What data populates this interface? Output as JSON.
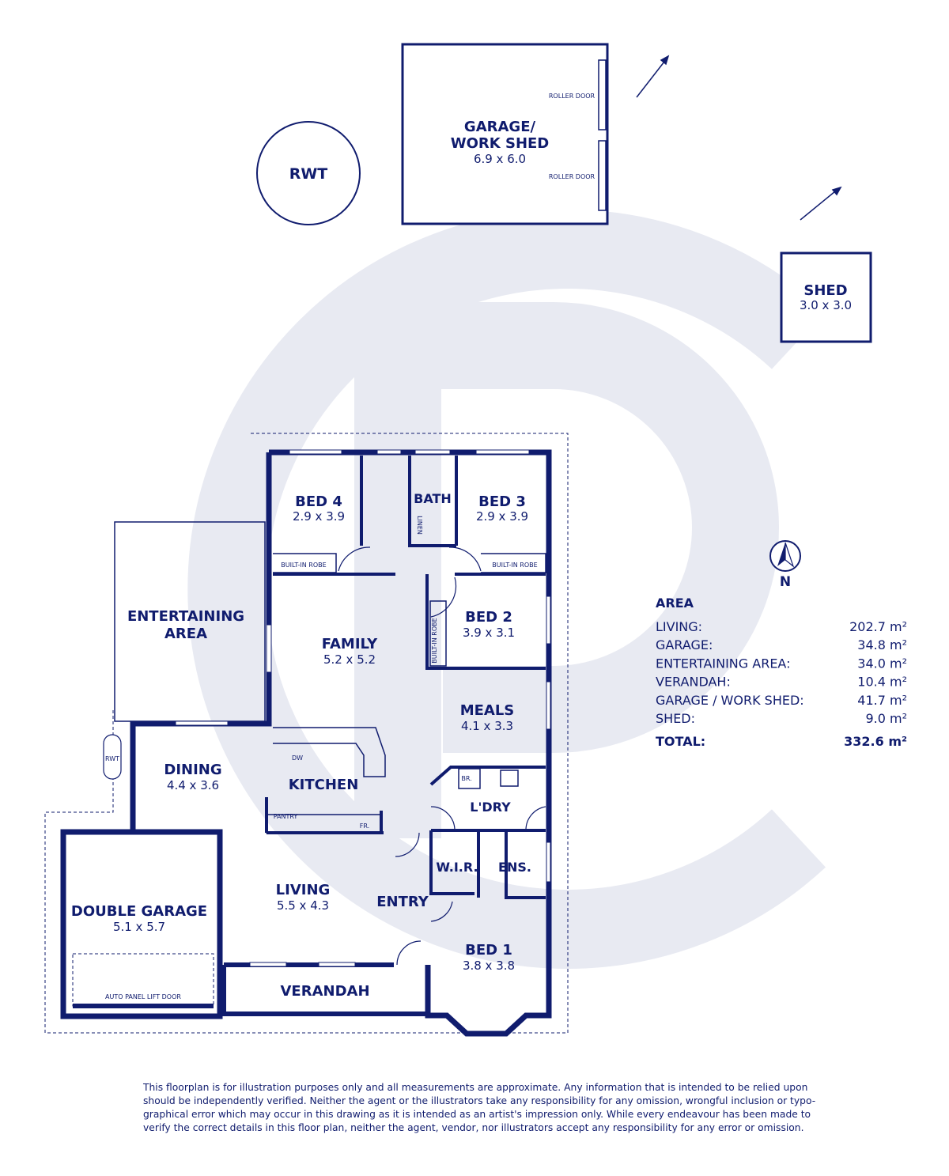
{
  "colors": {
    "ink": "#101c6e",
    "watermark": "#e8eaf2"
  },
  "outbuildings": {
    "rwt": "RWT",
    "garage_shed": {
      "name_1": "GARAGE/",
      "name_2": "WORK SHED",
      "dims": "6.9 x 6.0",
      "door_1": "ROLLER DOOR",
      "door_2": "ROLLER DOOR"
    },
    "shed": {
      "name": "SHED",
      "dims": "3.0 x 3.0"
    }
  },
  "rooms": {
    "bed4": {
      "name": "BED 4",
      "dims": "2.9 x 3.9"
    },
    "bath": {
      "name": "BATH"
    },
    "linen": "LINEN",
    "bed3": {
      "name": "BED 3",
      "dims": "2.9 x 3.9"
    },
    "robe_bed4": "BUILT-IN ROBE",
    "robe_bed3": "BUILT-IN ROBE",
    "robe_bed2": "BUILT-IN ROBE",
    "bed2": {
      "name": "BED 2",
      "dims": "3.9 x 3.1"
    },
    "family": {
      "name": "FAMILY",
      "dims": "5.2 x 5.2"
    },
    "entertaining": {
      "name_1": "ENTERTAINING",
      "name_2": "AREA"
    },
    "meals": {
      "name": "MEALS",
      "dims": "4.1 x 3.3"
    },
    "dining": {
      "name": "DINING",
      "dims": "4.4 x 3.6"
    },
    "kitchen": {
      "name": "KITCHEN",
      "dw": "DW",
      "pantry": "PANTRY",
      "fr": "FR."
    },
    "rwt_small": "RWT",
    "laundry": {
      "name": "L'DRY",
      "br": "BR."
    },
    "wir": {
      "name": "W.I.R."
    },
    "ens": {
      "name": "ENS."
    },
    "entry": {
      "name": "ENTRY"
    },
    "living": {
      "name": "LIVING",
      "dims": "5.5 x 4.3"
    },
    "bed1": {
      "name": "BED 1",
      "dims": "3.8 x 3.8"
    },
    "double_garage": {
      "name": "DOUBLE GARAGE",
      "dims": "5.1 x 5.7",
      "door": "AUTO PANEL LIFT DOOR"
    },
    "verandah": {
      "name": "VERANDAH"
    }
  },
  "compass": {
    "label": "N"
  },
  "area": {
    "title": "AREA",
    "rows": [
      {
        "label": "LIVING:",
        "value": "202.7 m²"
      },
      {
        "label": "GARAGE:",
        "value": "34.8 m²"
      },
      {
        "label": "ENTERTAINING AREA:",
        "value": "34.0 m²"
      },
      {
        "label": "VERANDAH:",
        "value": "10.4 m²"
      },
      {
        "label": "GARAGE / WORK SHED:",
        "value": "41.7 m²"
      },
      {
        "label": "SHED:",
        "value": "9.0 m²"
      }
    ],
    "total": {
      "label": "TOTAL:",
      "value": "332.6 m²"
    }
  },
  "disclaimer": [
    "This floorplan is for illustration purposes only and all measurements are approximate. Any information that is intended to be relied upon",
    "should be independently verified. Neither the agent or the illustrators take any responsibility for any omission, wrongful inclusion or typo-",
    "graphical error which may occur in this drawing as it is intended as an artist's impression only. While every endeavour has been made to",
    "verify the correct details in this floor plan, neither the agent, vendor, nor illustrators accept any responsibility for any error or omission."
  ]
}
